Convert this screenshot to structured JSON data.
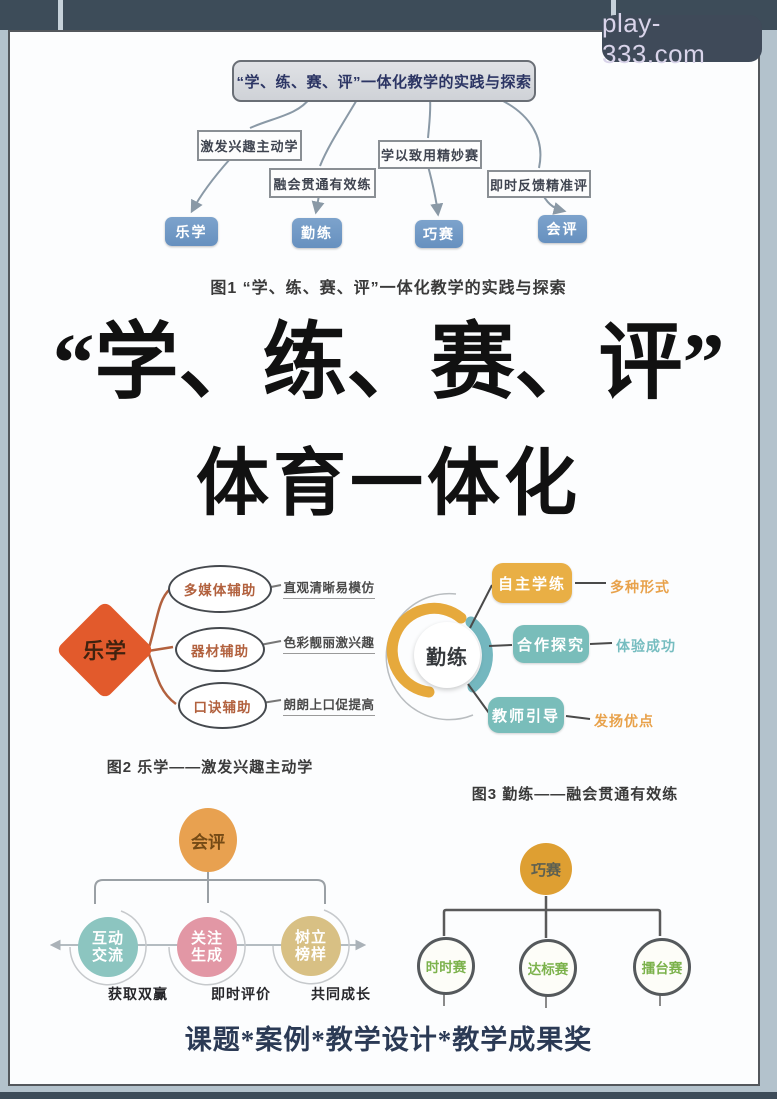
{
  "watermark": {
    "label": "play-333.com"
  },
  "figure1": {
    "root": "“学、练、赛、评”一体化教学的实践与探索",
    "branches": [
      "激发兴趣主动学",
      "融会贯通有效练",
      "学以致用精妙赛",
      "即时反馈精准评"
    ],
    "stages": [
      "乐学",
      "勤练",
      "巧赛",
      "会评"
    ],
    "caption": "图1  “学、练、赛、评”一体化教学的实践与探索"
  },
  "title": {
    "line1": "“学、练、赛、评”",
    "line2": "体育一体化"
  },
  "figure2": {
    "center": "乐学",
    "items": [
      {
        "node": "多媒体辅助",
        "label": "直观清晰易模仿"
      },
      {
        "node": "器材辅助",
        "label": "色彩靓丽激兴趣"
      },
      {
        "node": "口诀辅助",
        "label": "朗朗上口促提高"
      }
    ],
    "caption": "图2  乐学——激发兴趣主动学"
  },
  "figure3": {
    "center": "勤练",
    "items": [
      {
        "node": "自主学练",
        "label": "多种形式"
      },
      {
        "node": "合作探究",
        "label": "体验成功"
      },
      {
        "node": "教师引导",
        "label": "发扬优点"
      }
    ],
    "caption": "图3  勤练——融会贯通有效练"
  },
  "figure4": {
    "center": "会评",
    "items": [
      {
        "line1": "互动",
        "line2": "交流",
        "label": "获取双赢"
      },
      {
        "line1": "关注",
        "line2": "生成",
        "label": "即时评价"
      },
      {
        "line1": "树立",
        "line2": "榜样",
        "label": "共同成长"
      }
    ]
  },
  "figure5": {
    "center": "巧赛",
    "items": [
      "时时赛",
      "达标赛",
      "擂台赛"
    ]
  },
  "footer": {
    "text": "课题*案例*教学设计*教学成果奖"
  },
  "colors": {
    "accent_orange": "#e25a2c",
    "accent_yellow": "#e9af45",
    "accent_teal": "#79bdba",
    "stage_blue": "#6e97c4",
    "pink": "#e297a5",
    "tan": "#d8c084",
    "green": "#7cb24c",
    "band_slate": "#3d4c59"
  }
}
